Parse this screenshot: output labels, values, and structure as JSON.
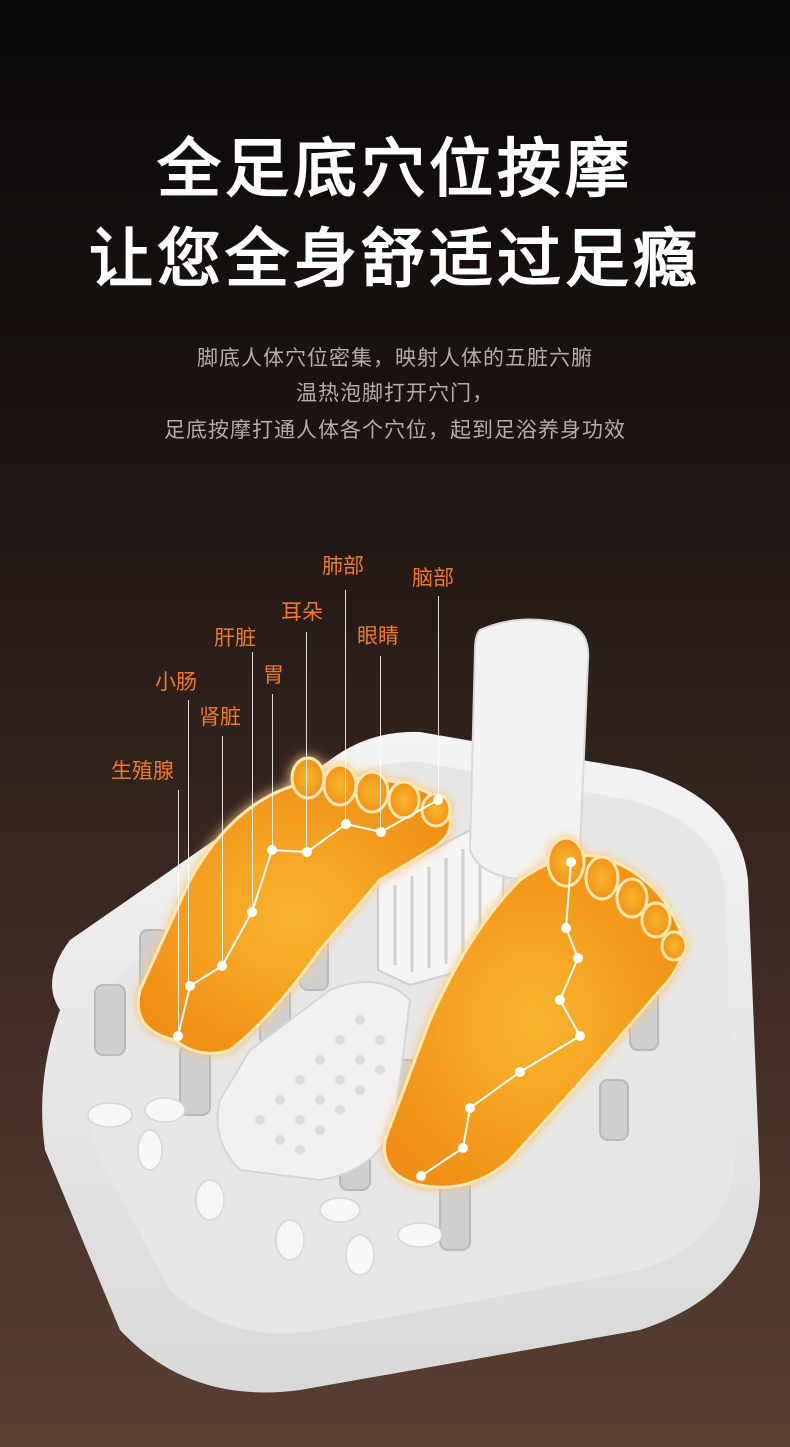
{
  "headline": {
    "line1": "全足底穴位按摩",
    "line2": "让您全身舒适过足瘾"
  },
  "body": {
    "line1": "脚底人体穴位密集，映射人体的五脏六腑",
    "line2": "温热泡脚打开穴门，",
    "line3": "足底按摩打通人体各个穴位，起到足浴养身功效"
  },
  "labels": {
    "lung": "肺部",
    "brain": "脑部",
    "ear": "耳朵",
    "eye": "眼睛",
    "liver": "肝脏",
    "stomach": "胃",
    "small_intestine": "小肠",
    "kidney": "肾脏",
    "gonad": "生殖腺"
  },
  "colors": {
    "accent": "#f07a28",
    "foot_glow": "#f7a21f",
    "device": "#ededed"
  },
  "icons": [
    "foot-massage-device",
    "left-foot-glow",
    "right-foot-glow",
    "acupoint-dot"
  ]
}
